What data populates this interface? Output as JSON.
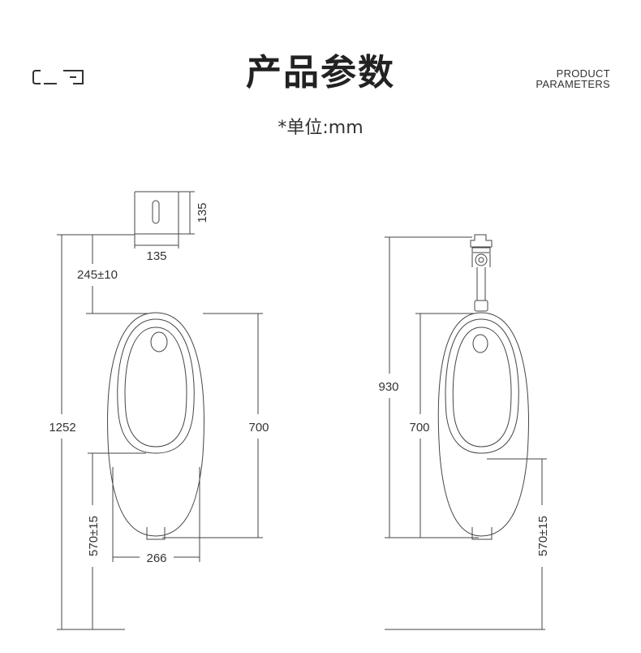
{
  "header": {
    "title": "产品参数",
    "subtitle": "*单位:mm",
    "title_en_line1": "PRODUCT",
    "title_en_line2": "PARAMETERS",
    "logo_icon": "brand-logo-icon"
  },
  "front_view": {
    "sensor_width": "135",
    "sensor_height": "135",
    "sensor_offset": "245±10",
    "total_height": "1252",
    "body_height": "700",
    "outlet_height": "570±15",
    "width": "266"
  },
  "side_view": {
    "pipe_height": "930",
    "body_height": "700",
    "outlet_height": "570±15"
  },
  "colors": {
    "line": "#444444",
    "text": "#333333",
    "title": "#222222"
  }
}
